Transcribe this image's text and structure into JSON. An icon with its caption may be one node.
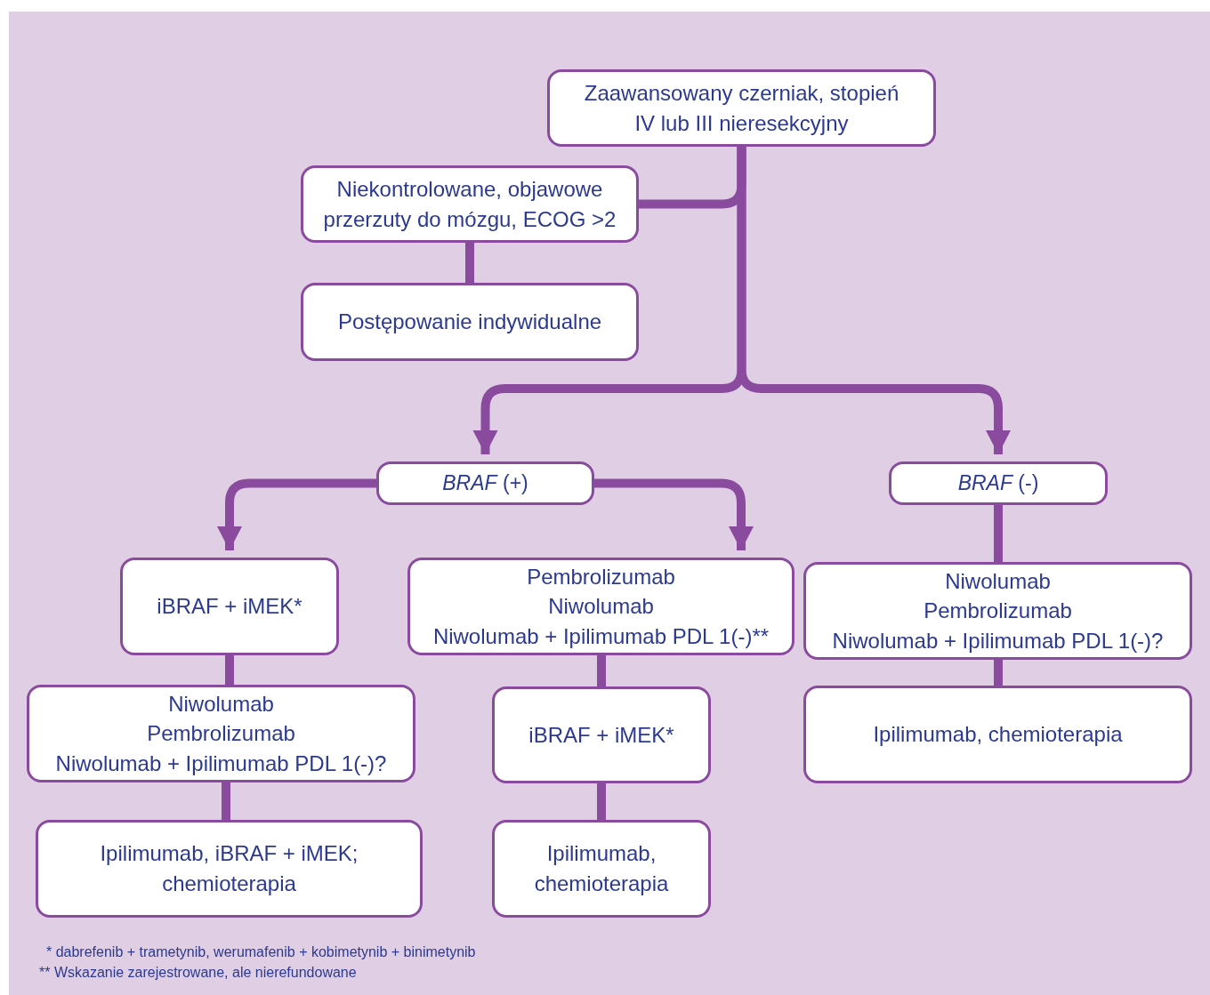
{
  "diagram": {
    "nodes": [
      {
        "text": [
          "Zaawansowany czerniak, stopień IV lub III nieresekcyjny"
        ]
      },
      {
        "text": [
          "Niekontrolowane, objawowe przerzuty do mózgu, ECOG >2"
        ]
      },
      {
        "text": [
          "Postępowanie indywidualne"
        ]
      },
      {
        "text": [
          "*BRAF* (+)"
        ]
      },
      {
        "text": [
          "*BRAF* (-)"
        ]
      },
      {
        "text": [
          "iBRAF + iMEK*"
        ]
      },
      {
        "text": [
          "Pembrolizumab",
          "Niwolumab",
          "Niwolumab + Ipilimumab PDL 1(-)**"
        ]
      },
      {
        "text": [
          "Niwolumab",
          "Pembrolizumab",
          "Niwolumab + Ipilimumab PDL 1(-)?"
        ]
      },
      {
        "text": [
          "Niwolumab",
          "Pembrolizumab",
          "Niwolumab + Ipilimumab PDL 1(-)?"
        ]
      },
      {
        "text": [
          "iBRAF + iMEK*"
        ]
      },
      {
        "text": [
          "Ipilimumab, chemioterapia"
        ]
      },
      {
        "text": [
          "Ipilimumab, iBRAF + iMEK; chemioterapia"
        ]
      },
      {
        "text": [
          "Ipilimumab, chemioterapia"
        ]
      }
    ],
    "edges": [
      {
        "from": 0,
        "to": 1,
        "arrow": "none"
      },
      {
        "from": 1,
        "to": 2,
        "arrow": "none"
      },
      {
        "from": 0,
        "to": 3,
        "arrow": "to"
      },
      {
        "from": 0,
        "to": 4,
        "arrow": "to"
      },
      {
        "from": 3,
        "to": 5,
        "arrow": "to"
      },
      {
        "from": 3,
        "to": 6,
        "arrow": "to"
      },
      {
        "from": 4,
        "to": 7,
        "arrow": "none"
      },
      {
        "from": 5,
        "to": 8,
        "arrow": "none"
      },
      {
        "from": 8,
        "to": 11,
        "arrow": "none"
      },
      {
        "from": 6,
        "to": 9,
        "arrow": "none"
      },
      {
        "from": 9,
        "to": 12,
        "arrow": "none"
      },
      {
        "from": 7,
        "to": 10,
        "arrow": "none"
      }
    ],
    "labels": [
      "* dabrefenib + trametynib, werumafenib + kobimetynib + binimetynib",
      "** Wskazanie zarejestrowane, ale nierefundowane"
    ]
  }
}
